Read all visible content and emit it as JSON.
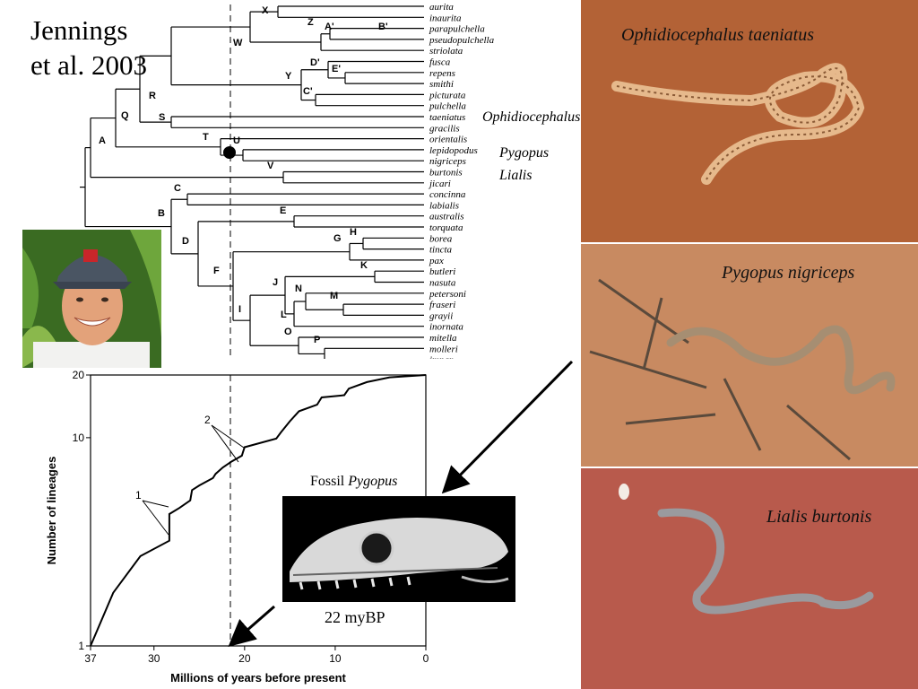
{
  "citation": "Jennings\net al. 2003",
  "tree": {
    "tips": [
      "aurita",
      "inaurita",
      "parapulchella",
      "pseudopulchella",
      "striolata",
      "fusca",
      "repens",
      "smithi",
      "picturata",
      "pulchella",
      "taeniatus",
      "gracilis",
      "orientalis",
      "lepidopodus",
      "nigriceps",
      "burtonis",
      "jicari",
      "concinna",
      "labialis",
      "australis",
      "torquata",
      "borea",
      "tincta",
      "pax",
      "butleri",
      "nasuta",
      "petersoni",
      "fraseri",
      "grayii",
      "inornata",
      "mitella",
      "molleri",
      "impar"
    ],
    "nodes": [
      "A",
      "Q",
      "R",
      "S",
      "T",
      "U",
      "V",
      "W",
      "X",
      "Z",
      "A'",
      "B'",
      "Y",
      "D'",
      "E'",
      "C'",
      "B",
      "C",
      "D",
      "E",
      "F",
      "G",
      "H",
      "K",
      "I",
      "J",
      "N",
      "M",
      "L",
      "O",
      "P"
    ],
    "genus_labels": [
      "Ophidiocephalus",
      "Pygopus",
      "Lialis"
    ]
  },
  "chart_data": {
    "type": "line",
    "xlabel": "Millions of years before present",
    "ylabel": "Number of lineages",
    "x_ticks": [
      37,
      30,
      20,
      10,
      0
    ],
    "y_ticks": [
      1,
      10,
      20
    ],
    "xlim": [
      37,
      0
    ],
    "ylim": [
      1,
      20
    ],
    "y_scale": "log",
    "series": [
      {
        "x": [
          37,
          34.5,
          31.5,
          28.3,
          28.3,
          27.2,
          26,
          25.8,
          25,
          23.5,
          23.2,
          22.4,
          21.4,
          20.3,
          20,
          16.5,
          16,
          15,
          14,
          12,
          11.5,
          9,
          8.5,
          6.5,
          4,
          0
        ],
        "y": [
          1,
          1.8,
          2.7,
          3.2,
          4.3,
          4.6,
          5.0,
          5.6,
          5.9,
          6.4,
          6.7,
          7.2,
          7.7,
          8.2,
          9.0,
          9.9,
          10.6,
          12.0,
          13.4,
          14.4,
          15.6,
          16.0,
          17.2,
          18.5,
          19.5,
          20
        ]
      }
    ],
    "annotations": [
      {
        "label": "1",
        "x": 28.3,
        "y": 3.8
      },
      {
        "label": "2",
        "x": 20.3,
        "y": 8.4
      }
    ],
    "reference_line_x": 21.7
  },
  "photos": {
    "ophidiocephalus": "Ophidiocephalus taeniatus",
    "pygopus": "Pygopus nigriceps",
    "lialis": "Lialis burtonis"
  },
  "fossil": {
    "caption_prefix": "Fossil ",
    "caption_genus": "Pygopus",
    "date": "22 myBP"
  }
}
